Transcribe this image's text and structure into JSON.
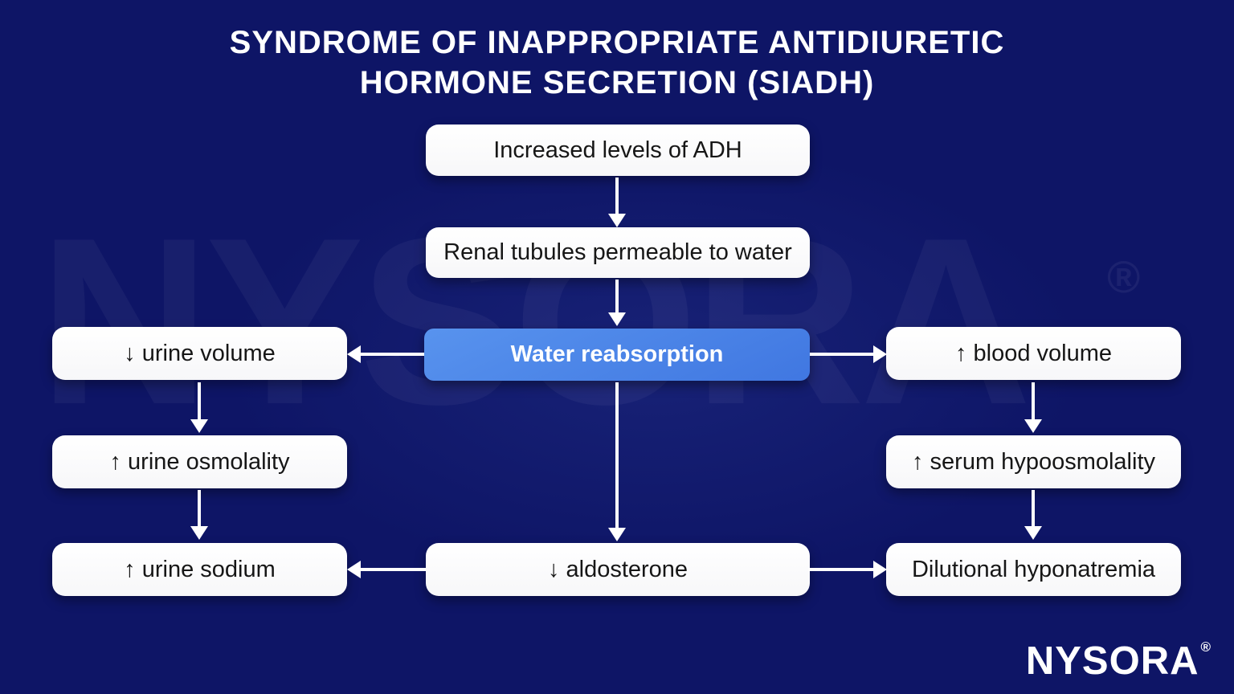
{
  "title": {
    "line1": "SYNDROME OF INAPPROPRIATE ANTIDIURETIC",
    "line2": "HORMONE SECRETION (SIADH)"
  },
  "colors": {
    "background_navy": "#0e1566",
    "accent_blue": "#4a86e8",
    "node_background": "#ffffff",
    "node_text": "#161616",
    "arrow_white": "#ffffff",
    "title_white": "#ffffff"
  },
  "watermark": {
    "text": "NYSORA",
    "registered": "®"
  },
  "brand_logo": {
    "text": "NYSORA",
    "registered": "®"
  },
  "flowchart": {
    "nodes": {
      "increased_adh": {
        "label": "Increased levels of ADH",
        "style": "white"
      },
      "renal_tubules": {
        "label": "Renal tubules permeable to water",
        "style": "white"
      },
      "water_reabsorption": {
        "label": "Water reabsorption",
        "style": "accent-blue"
      },
      "urine_volume": {
        "label": "↓ urine volume",
        "style": "white"
      },
      "blood_volume": {
        "label": "↑ blood volume",
        "style": "white"
      },
      "urine_osmolality": {
        "label": "↑ urine osmolality",
        "style": "white"
      },
      "serum_hypoosmolality": {
        "label": "↑ serum hypoosmolality",
        "style": "white"
      },
      "urine_sodium": {
        "label": "↑ urine sodium",
        "style": "white"
      },
      "aldosterone": {
        "label": "↓ aldosterone",
        "style": "white"
      },
      "dilutional_hyponatremia": {
        "label": "Dilutional hyponatremia",
        "style": "white"
      }
    },
    "edges": [
      {
        "from": "increased_adh",
        "to": "renal_tubules"
      },
      {
        "from": "renal_tubules",
        "to": "water_reabsorption"
      },
      {
        "from": "water_reabsorption",
        "to": "urine_volume"
      },
      {
        "from": "water_reabsorption",
        "to": "blood_volume"
      },
      {
        "from": "water_reabsorption",
        "to": "aldosterone"
      },
      {
        "from": "urine_volume",
        "to": "urine_osmolality"
      },
      {
        "from": "urine_osmolality",
        "to": "urine_sodium"
      },
      {
        "from": "blood_volume",
        "to": "serum_hypoosmolality"
      },
      {
        "from": "serum_hypoosmolality",
        "to": "dilutional_hyponatremia"
      },
      {
        "from": "aldosterone",
        "to": "urine_sodium"
      },
      {
        "from": "aldosterone",
        "to": "dilutional_hyponatremia"
      }
    ]
  }
}
